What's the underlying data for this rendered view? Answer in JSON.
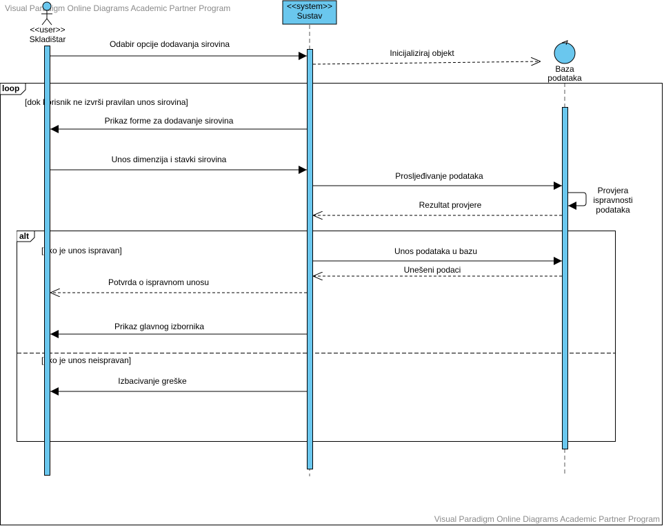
{
  "watermark": {
    "top": "Visual Paradigm Online Diagrams Academic Partner Program",
    "bottom": "Visual Paradigm Online Diagrams Academic Partner Program"
  },
  "colors": {
    "activation": "#6ac7ee",
    "system_box": "#6ac7ee",
    "line": "#000000",
    "lifeline": "#555555"
  },
  "actors": {
    "user": {
      "stereotype": "<<user>>",
      "name": "Skladištar",
      "icon": "stick-figure-icon"
    },
    "system": {
      "stereotype": "<<system>>",
      "name": "Sustav"
    },
    "database": {
      "name_line1": "Baza",
      "name_line2": "podataka",
      "icon": "entity-circle-icon"
    }
  },
  "fragments": {
    "loop": {
      "keyword": "loop",
      "guard": "[dok korisnik ne izvrši pravilan unos sirovina]"
    },
    "alt": {
      "keyword": "alt",
      "guard1": "[ako je unos ispravan]",
      "guard2": "[ako je unos neispravan]"
    }
  },
  "messages": {
    "m1": "Odabir opcije dodavanja sirovina",
    "m2": "Inicijaliziraj objekt",
    "m3": "Prikaz forme za dodavanje sirovina",
    "m4": "Unos dimenzija i stavki sirovina",
    "m5": "Prosljeđivanje podataka",
    "m6_line1": "Provjera",
    "m6_line2": "ispravnosti",
    "m6_line3": "podataka",
    "m7": "Rezultat provjere",
    "m8": "Unos podataka u bazu",
    "m9": "Unešeni podaci",
    "m10": "Potvrda o ispravnom unosu",
    "m11": "Prikaz glavnog izbornika",
    "m12": "Izbacivanje greške"
  }
}
